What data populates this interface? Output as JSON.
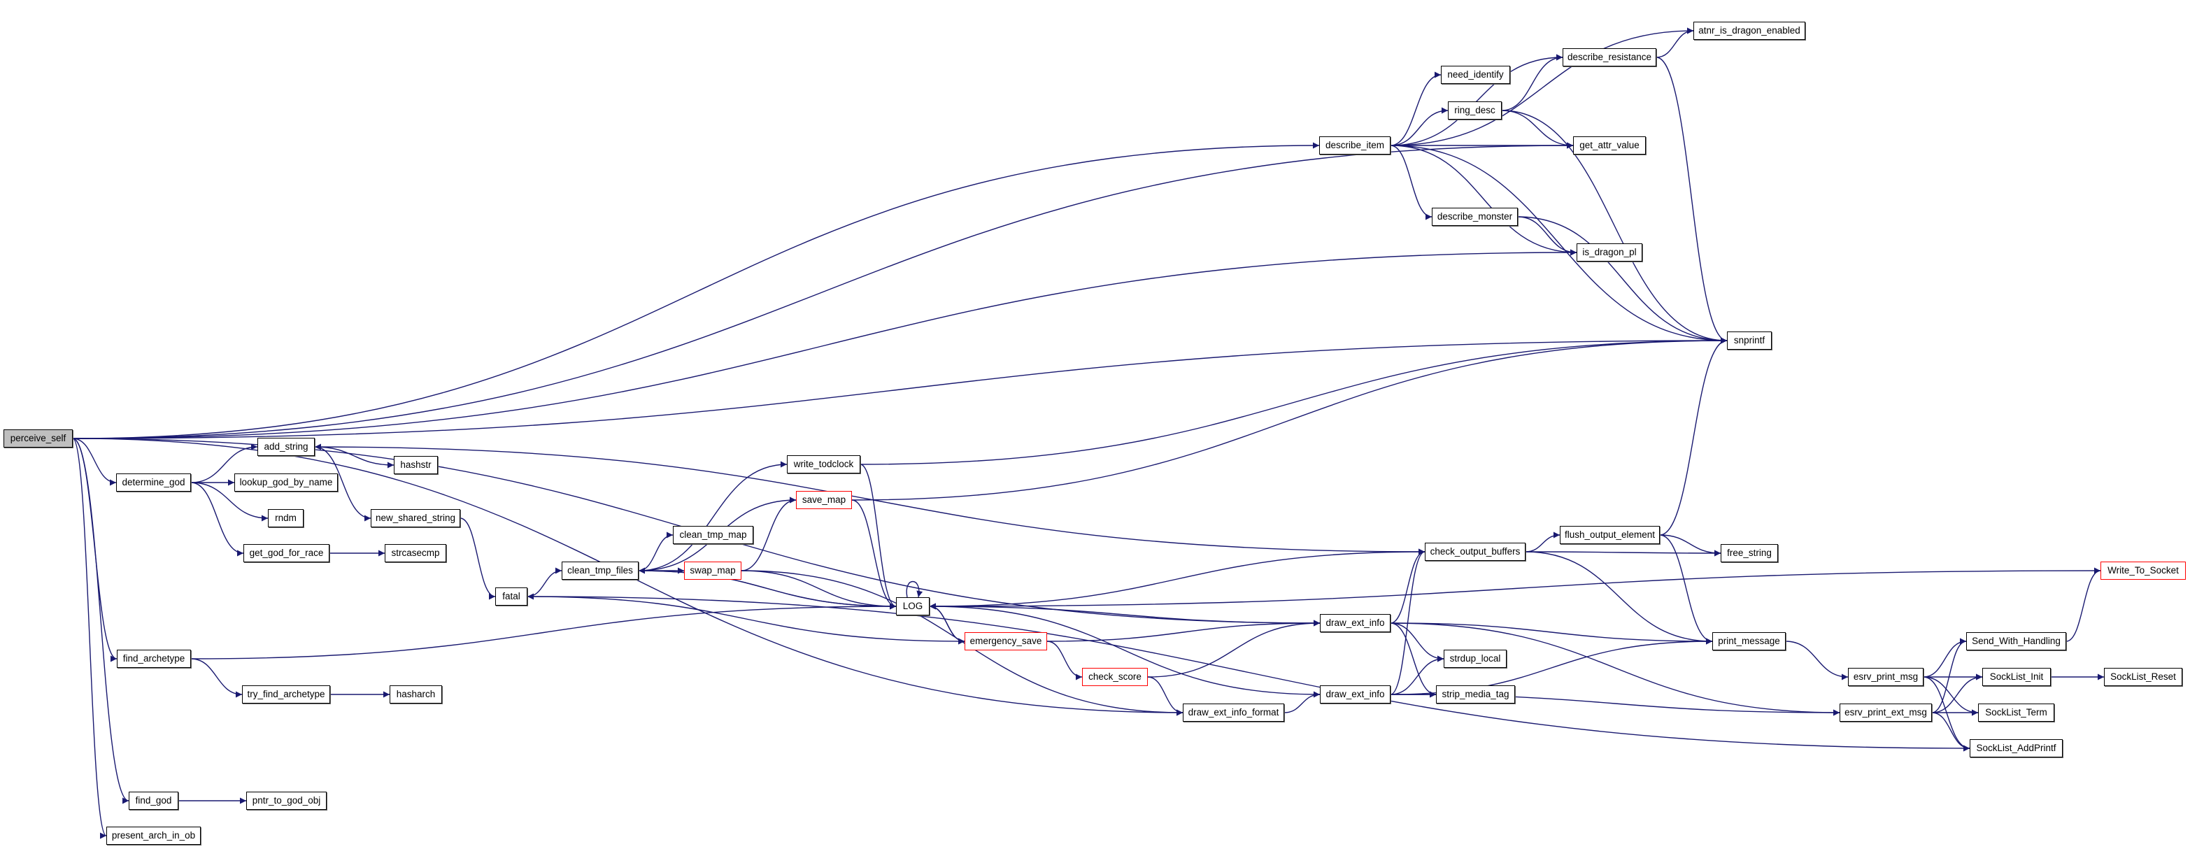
{
  "graph": {
    "title": "perceive_self",
    "edge_color": "#191970",
    "root_fill": "#bfbfbf",
    "truncated_border": "#ff0000",
    "nodes": {
      "perceive_self": {
        "label": "perceive_self",
        "root": true
      },
      "add_string": {
        "label": "add_string"
      },
      "hashstr": {
        "label": "hashstr"
      },
      "determine_god": {
        "label": "determine_god"
      },
      "lookup_god_by_name": {
        "label": "lookup_god_by_name"
      },
      "mdm": {
        "label": "rndm"
      },
      "new_shared_string": {
        "label": "new_shared_string"
      },
      "get_god_for_race": {
        "label": "get_god_for_race"
      },
      "strcasecmp": {
        "label": "strcasecmp"
      },
      "find_archetype": {
        "label": "find_archetype"
      },
      "try_find_archetype": {
        "label": "try_find_archetype"
      },
      "hasharch": {
        "label": "hasharch"
      },
      "find_god": {
        "label": "find_god"
      },
      "pntr_to_god_obj": {
        "label": "pntr_to_god_obj"
      },
      "present_arch_in_ob": {
        "label": "present_arch_in_ob"
      },
      "fatal": {
        "label": "fatal"
      },
      "clean_tmp_files": {
        "label": "clean_tmp_files"
      },
      "clean_tmp_map": {
        "label": "clean_tmp_map"
      },
      "swap_map": {
        "label": "swap_map",
        "truncated": true
      },
      "write_todclock": {
        "label": "write_todclock"
      },
      "save_map": {
        "label": "save_map",
        "truncated": true
      },
      "LOG": {
        "label": "LOG"
      },
      "emergency_save": {
        "label": "emergency_save",
        "truncated": true
      },
      "check_score": {
        "label": "check_score",
        "truncated": true
      },
      "draw_ext_info_format": {
        "label": "draw_ext_info_format"
      },
      "check_output_buffers": {
        "label": "check_output_buffers"
      },
      "flush_output_element": {
        "label": "flush_output_element"
      },
      "free_string": {
        "label": "free_string"
      },
      "draw_ext_info_a": {
        "label": "draw_ext_info"
      },
      "draw_ext_info_b": {
        "label": "draw_ext_info"
      },
      "strdup_local": {
        "label": "strdup_local"
      },
      "strip_media_tag": {
        "label": "strip_media_tag"
      },
      "print_message": {
        "label": "print_message"
      },
      "Write_To_Socket": {
        "label": "Write_To_Socket",
        "truncated": true
      },
      "Send_With_Handling": {
        "label": "Send_With_Handling"
      },
      "esrv_print_msg": {
        "label": "esrv_print_msg"
      },
      "SockList_Init": {
        "label": "SockList_Init"
      },
      "SockList_Reset": {
        "label": "SockList_Reset"
      },
      "esrv_print_ext_msg": {
        "label": "esrv_print_ext_msg"
      },
      "SockList_Term": {
        "label": "SockList_Term"
      },
      "SockList_AddPrintf": {
        "label": "SockList_AddPrintf"
      },
      "describe_item": {
        "label": "describe_item"
      },
      "atnr_is_dragon_enabled": {
        "label": "atnr_is_dragon_enabled"
      },
      "describe_resistance": {
        "label": "describe_resistance"
      },
      "need_identify": {
        "label": "need_identify"
      },
      "ring_desc": {
        "label": "ring_desc"
      },
      "get_attr_value": {
        "label": "get_attr_value"
      },
      "describe_monster": {
        "label": "describe_monster"
      },
      "is_dragon_pl": {
        "label": "is_dragon_pl"
      },
      "snprintf": {
        "label": "snprintf"
      }
    },
    "edges": [
      [
        "perceive_self",
        "describe_item"
      ],
      [
        "perceive_self",
        "get_attr_value"
      ],
      [
        "perceive_self",
        "is_dragon_pl"
      ],
      [
        "perceive_self",
        "snprintf"
      ],
      [
        "perceive_self",
        "draw_ext_info_a"
      ],
      [
        "perceive_self",
        "determine_god"
      ],
      [
        "perceive_self",
        "find_archetype"
      ],
      [
        "perceive_self",
        "find_god"
      ],
      [
        "perceive_self",
        "present_arch_in_ob"
      ],
      [
        "perceive_self",
        "draw_ext_info_format"
      ],
      [
        "determine_god",
        "add_string"
      ],
      [
        "determine_god",
        "lookup_god_by_name"
      ],
      [
        "determine_god",
        "mdm"
      ],
      [
        "determine_god",
        "get_god_for_race"
      ],
      [
        "add_string",
        "hashstr"
      ],
      [
        "add_string",
        "new_shared_string"
      ],
      [
        "new_shared_string",
        "fatal"
      ],
      [
        "get_god_for_race",
        "strcasecmp"
      ],
      [
        "find_archetype",
        "try_find_archetype"
      ],
      [
        "find_archetype",
        "LOG"
      ],
      [
        "try_find_archetype",
        "hasharch"
      ],
      [
        "find_god",
        "pntr_to_god_obj"
      ],
      [
        "fatal",
        "clean_tmp_files"
      ],
      [
        "fatal",
        "emergency_save"
      ],
      [
        "SockList_AddPrintf",
        "fatal"
      ],
      [
        "clean_tmp_files",
        "write_todclock"
      ],
      [
        "clean_tmp_files",
        "save_map"
      ],
      [
        "clean_tmp_files",
        "clean_tmp_map"
      ],
      [
        "clean_tmp_files",
        "swap_map"
      ],
      [
        "clean_tmp_files",
        "LOG"
      ],
      [
        "LOG",
        "clean_tmp_files"
      ],
      [
        "LOG",
        "LOG"
      ],
      [
        "LOG",
        "emergency_save"
      ],
      [
        "emergency_save",
        "LOG"
      ],
      [
        "emergency_save",
        "draw_ext_info_a"
      ],
      [
        "emergency_save",
        "check_score"
      ],
      [
        "swap_map",
        "save_map"
      ],
      [
        "swap_map",
        "LOG"
      ],
      [
        "swap_map",
        "draw_ext_info_format"
      ],
      [
        "save_map",
        "LOG"
      ],
      [
        "save_map",
        "snprintf"
      ],
      [
        "write_todclock",
        "LOG"
      ],
      [
        "write_todclock",
        "snprintf"
      ],
      [
        "check_score",
        "draw_ext_info_a"
      ],
      [
        "check_score",
        "draw_ext_info_format"
      ],
      [
        "draw_ext_info_format",
        "draw_ext_info_b"
      ],
      [
        "draw_ext_info_a",
        "check_output_buffers"
      ],
      [
        "draw_ext_info_a",
        "LOG"
      ],
      [
        "draw_ext_info_a",
        "print_message"
      ],
      [
        "draw_ext_info_a",
        "esrv_print_ext_msg"
      ],
      [
        "draw_ext_info_a",
        "strdup_local"
      ],
      [
        "draw_ext_info_a",
        "strip_media_tag"
      ],
      [
        "draw_ext_info_b",
        "check_output_buffers"
      ],
      [
        "draw_ext_info_b",
        "LOG"
      ],
      [
        "draw_ext_info_b",
        "strdup_local"
      ],
      [
        "draw_ext_info_b",
        "strip_media_tag"
      ],
      [
        "draw_ext_info_b",
        "print_message"
      ],
      [
        "draw_ext_info_b",
        "esrv_print_ext_msg"
      ],
      [
        "check_output_buffers",
        "flush_output_element"
      ],
      [
        "check_output_buffers",
        "free_string"
      ],
      [
        "check_output_buffers",
        "print_message"
      ],
      [
        "check_output_buffers",
        "add_string"
      ],
      [
        "check_output_buffers",
        "LOG"
      ],
      [
        "flush_output_element",
        "free_string"
      ],
      [
        "flush_output_element",
        "print_message"
      ],
      [
        "flush_output_element",
        "snprintf"
      ],
      [
        "print_message",
        "esrv_print_msg"
      ],
      [
        "esrv_print_msg",
        "Send_With_Handling"
      ],
      [
        "esrv_print_msg",
        "SockList_Init"
      ],
      [
        "esrv_print_msg",
        "SockList_Term"
      ],
      [
        "esrv_print_msg",
        "SockList_AddPrintf"
      ],
      [
        "esrv_print_ext_msg",
        "Send_With_Handling"
      ],
      [
        "esrv_print_ext_msg",
        "SockList_Init"
      ],
      [
        "esrv_print_ext_msg",
        "SockList_Term"
      ],
      [
        "esrv_print_ext_msg",
        "SockList_AddPrintf"
      ],
      [
        "SockList_Init",
        "SockList_Reset"
      ],
      [
        "Send_With_Handling",
        "Write_To_Socket"
      ],
      [
        "Write_To_Socket",
        "LOG"
      ],
      [
        "describe_item",
        "atnr_is_dragon_enabled"
      ],
      [
        "describe_item",
        "describe_resistance"
      ],
      [
        "describe_item",
        "need_identify"
      ],
      [
        "describe_item",
        "ring_desc"
      ],
      [
        "describe_item",
        "get_attr_value"
      ],
      [
        "describe_item",
        "describe_monster"
      ],
      [
        "describe_item",
        "is_dragon_pl"
      ],
      [
        "describe_item",
        "snprintf"
      ],
      [
        "describe_resistance",
        "atnr_is_dragon_enabled"
      ],
      [
        "describe_resistance",
        "snprintf"
      ],
      [
        "ring_desc",
        "describe_resistance"
      ],
      [
        "ring_desc",
        "get_attr_value"
      ],
      [
        "ring_desc",
        "snprintf"
      ],
      [
        "describe_monster",
        "is_dragon_pl"
      ],
      [
        "describe_monster",
        "snprintf"
      ]
    ]
  }
}
